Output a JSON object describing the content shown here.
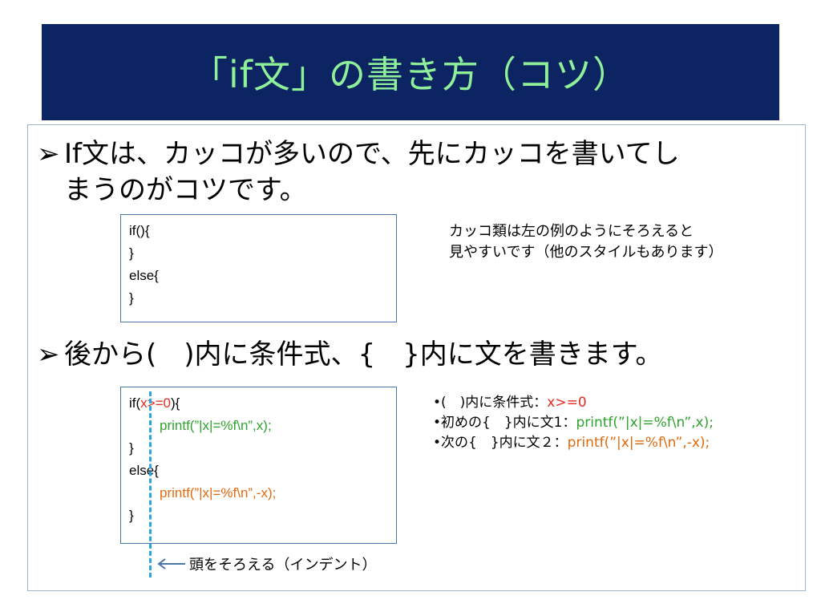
{
  "title": "「if文」の書き方（コツ）",
  "bullet1": {
    "arrow": "➢",
    "line1": "If文は、カッコが多いので、先にカッコを書いてし",
    "line2": "まうのがコツです。"
  },
  "code1": {
    "lines": [
      "if(){",
      "}",
      "else{",
      "}"
    ]
  },
  "note1": {
    "line1": "カッコ類は左の例のようにそろえると",
    "line2": "見やすいです（他のスタイルもあります）"
  },
  "bullet2": {
    "arrow": "➢",
    "text": "後から(　)内に条件式、{　}内に文を書きます。"
  },
  "code2": {
    "if_prefix": "if(",
    "condition": "x>=0",
    "if_suffix": "){",
    "stmt1": "printf(”|x|=%f\\n”,x);",
    "close1": "}",
    "else_open": "else{",
    "stmt2": "printf(”|x|=%f\\n”,-x);",
    "close2": "}"
  },
  "note2": {
    "l1_prefix": "•(　)内に条件式：",
    "l1_code": "x>=0",
    "l2_prefix": "•初めの{　}内に文1：",
    "l2_code": "printf(”|x|=%f\\n”,x);",
    "l3_prefix": "•次の{　}内に文２：",
    "l3_code": "printf(”|x|=%f\\n”,-x);"
  },
  "indent_label": "頭をそろえる（インデント）",
  "colors": {
    "title_bg": "#0c2461",
    "title_text": "#8ff09a",
    "condition": "#e52b20",
    "stmt_true": "#2ea32e",
    "stmt_false": "#e06a10",
    "guide": "#2aa6e0"
  }
}
